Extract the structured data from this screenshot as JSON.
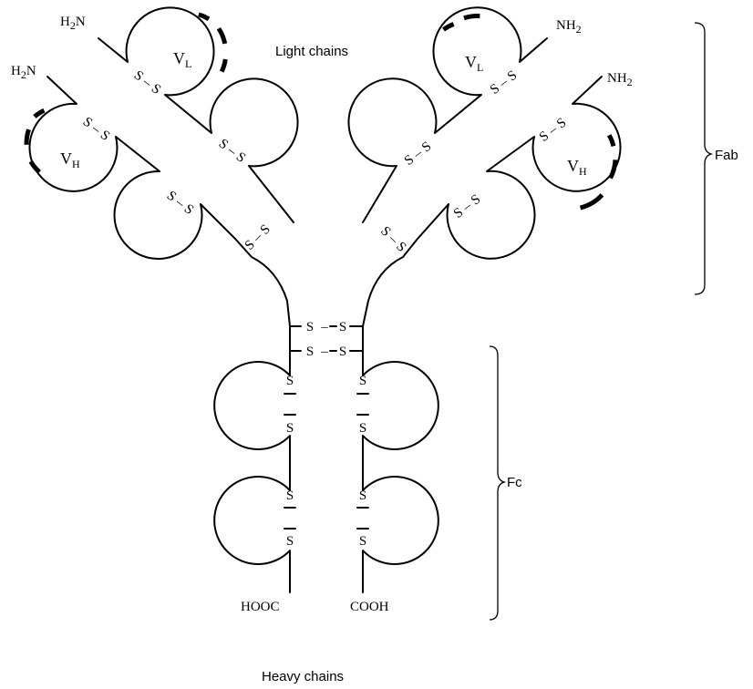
{
  "labels": {
    "light_chains": "Light chains",
    "heavy_chains": "Heavy chains",
    "fab": "Fab",
    "fc": "Fc"
  },
  "terminals": {
    "h2n_main": "H",
    "h2n_sub": "2",
    "h2n_tail": "N",
    "nh2_main": "NH",
    "nh2_sub": "2",
    "hooc": "HOOC",
    "cooh": "COOH"
  },
  "domains": {
    "v_letter": "V",
    "l_sub": "L",
    "h_sub": "H"
  },
  "disulfide": {
    "s": "S"
  }
}
